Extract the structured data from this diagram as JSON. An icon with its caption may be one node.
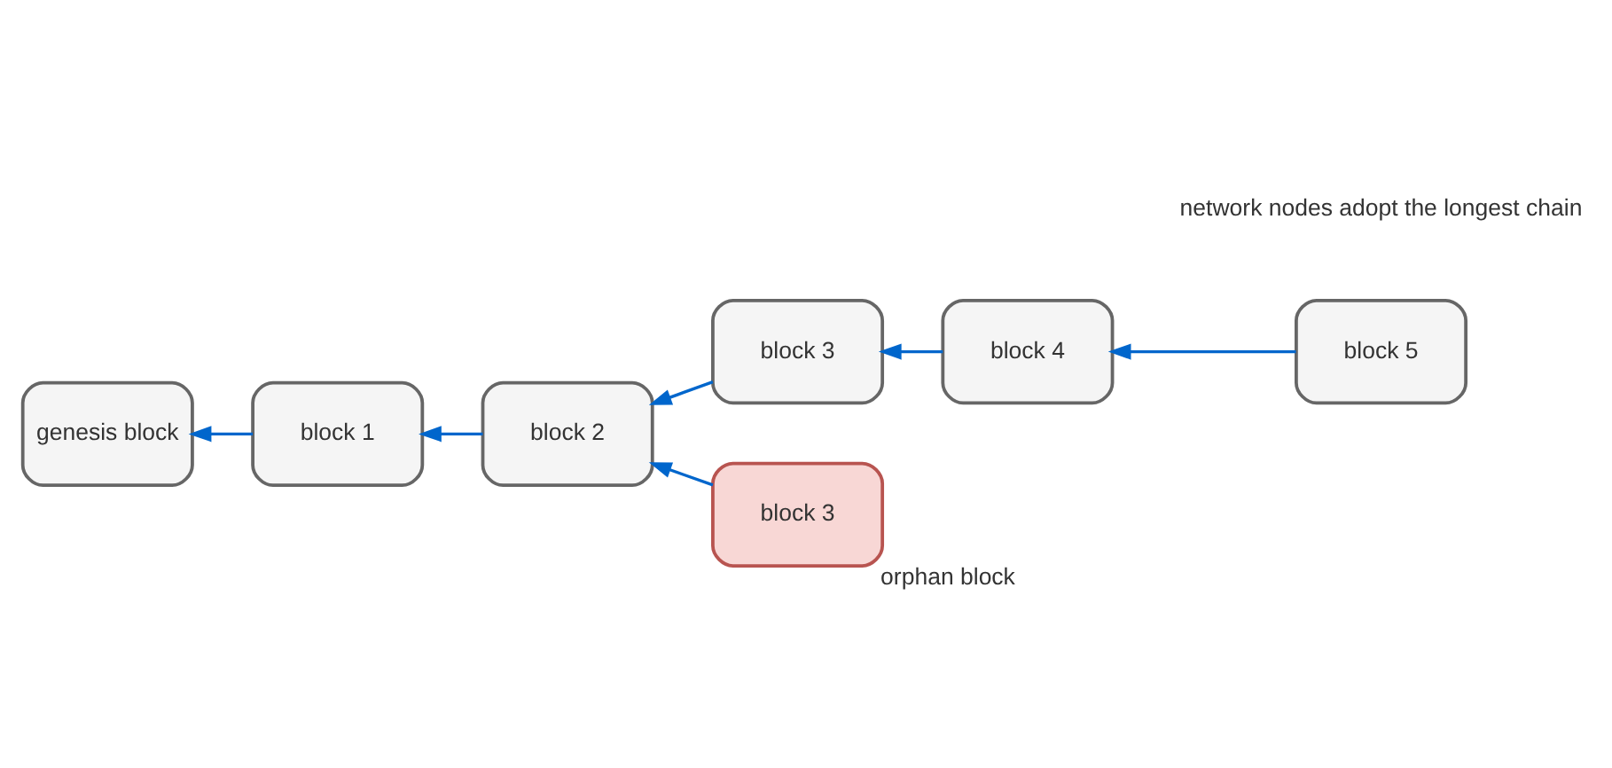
{
  "diagram": {
    "nodes": [
      {
        "text": [
          "genesis block"
        ]
      },
      {
        "text": [
          "block 1"
        ]
      },
      {
        "text": [
          "block 2"
        ]
      },
      {
        "text": [
          "block 3"
        ]
      },
      {
        "text": [
          "block 4"
        ]
      },
      {
        "text": [
          "block 5"
        ]
      },
      {
        "text": [
          "block 3"
        ],
        "beside": [
          "orphan block"
        ]
      }
    ],
    "edges": [
      {
        "from": 1,
        "to": 0,
        "arrow": "to"
      },
      {
        "from": 2,
        "to": 1,
        "arrow": "to"
      },
      {
        "from": 3,
        "to": 2,
        "arrow": "to"
      },
      {
        "from": 6,
        "to": 2,
        "arrow": "to"
      },
      {
        "from": 4,
        "to": 3,
        "arrow": "to"
      },
      {
        "from": 5,
        "to": 4,
        "arrow": "to"
      }
    ],
    "labels": [
      "network nodes adopt the longest chain"
    ]
  }
}
